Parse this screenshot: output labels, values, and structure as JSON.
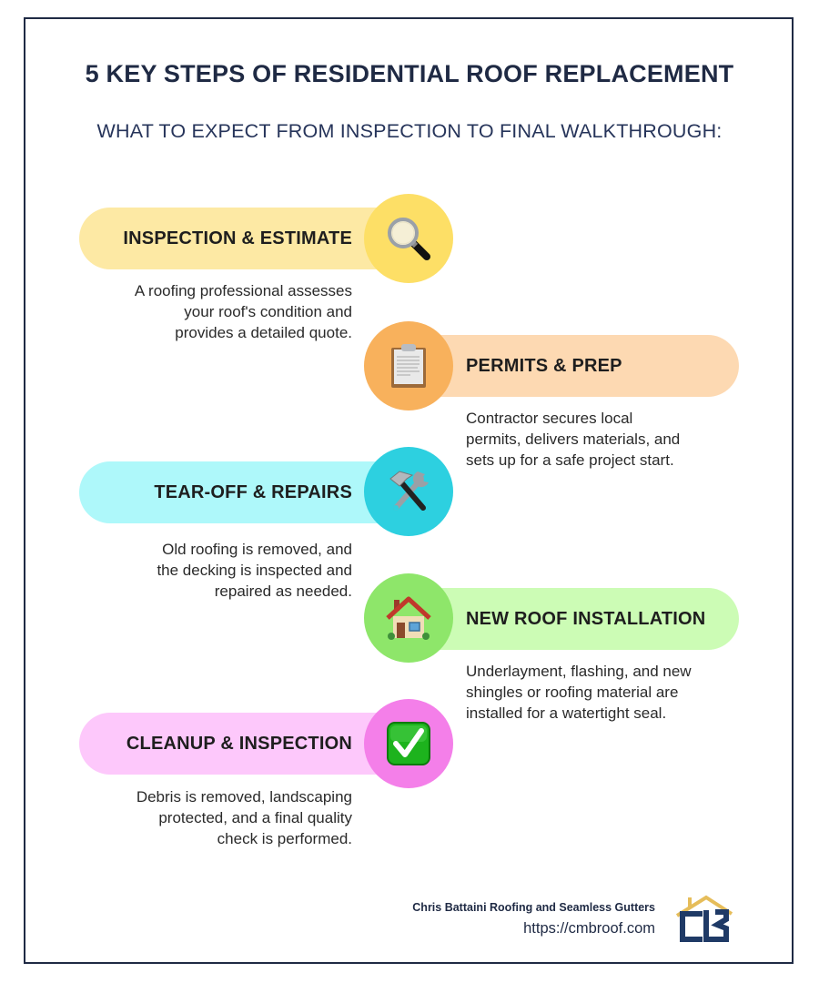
{
  "header": {
    "title": "5 KEY STEPS OF RESIDENTIAL ROOF REPLACEMENT",
    "subtitle": "WHAT TO EXPECT FROM INSPECTION TO FINAL WALKTHROUGH:"
  },
  "steps": [
    {
      "label": "INSPECTION & ESTIMATE",
      "icon": "magnifying-glass-icon",
      "side": "left",
      "pill_color": "#fde9a4",
      "circle_color": "#fddf66",
      "description": [
        "A roofing professional assesses",
        "your roof's condition and",
        "provides a detailed quote."
      ]
    },
    {
      "label": "PERMITS & PREP",
      "icon": "clipboard-icon",
      "side": "right",
      "pill_color": "#fdd9b2",
      "circle_color": "#f8b15c",
      "description": [
        "Contractor secures local",
        "permits, delivers materials, and",
        "sets up for a safe project start."
      ]
    },
    {
      "label": "TEAR-OFF & REPAIRS",
      "icon": "hammer-and-wrench-icon",
      "side": "left",
      "pill_color": "#aef8fa",
      "circle_color": "#2dd0e0",
      "description": [
        "Old roofing is removed, and",
        "the decking is inspected and",
        "repaired as needed."
      ]
    },
    {
      "label": "NEW ROOF INSTALLATION",
      "icon": "house-icon",
      "side": "right",
      "pill_color": "#ccfcb5",
      "circle_color": "#8ee66a",
      "description": [
        "Underlayment, flashing, and new",
        "shingles or roofing material are",
        "installed for a watertight seal."
      ]
    },
    {
      "label": "CLEANUP & INSPECTION",
      "icon": "check-mark-button-icon",
      "side": "left",
      "pill_color": "#fdc8fb",
      "circle_color": "#f47fe9",
      "description": [
        "Debris is removed, landscaping",
        "protected, and a final quality",
        "check is performed."
      ]
    }
  ],
  "footer": {
    "company": "Chris Battaini Roofing and Seamless Gutters",
    "url": "https://cmbroof.com",
    "logo": "cb-house-logo",
    "logo_colors": {
      "roof": "#e6bd5a",
      "letters": "#1f3a66"
    }
  },
  "colors": {
    "border": "#1f2a44",
    "title": "#1f2a44"
  }
}
